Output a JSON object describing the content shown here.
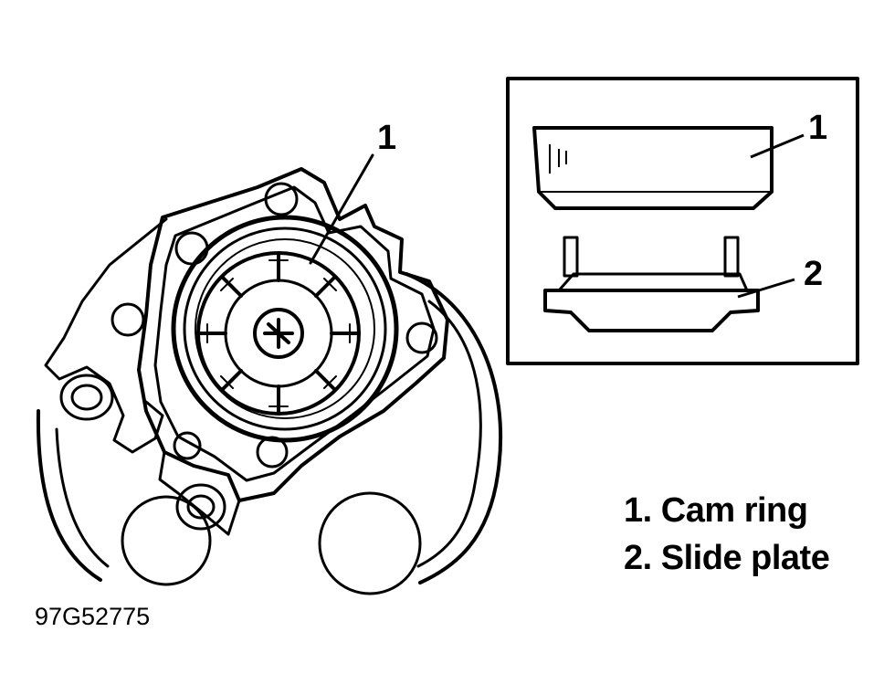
{
  "figure_id": "97G52775",
  "main_view": {
    "callout": "1"
  },
  "inset": {
    "callouts": [
      "1",
      "2"
    ]
  },
  "legend": [
    {
      "number": "1.",
      "label": "Cam ring"
    },
    {
      "number": "2.",
      "label": "Slide plate"
    }
  ]
}
